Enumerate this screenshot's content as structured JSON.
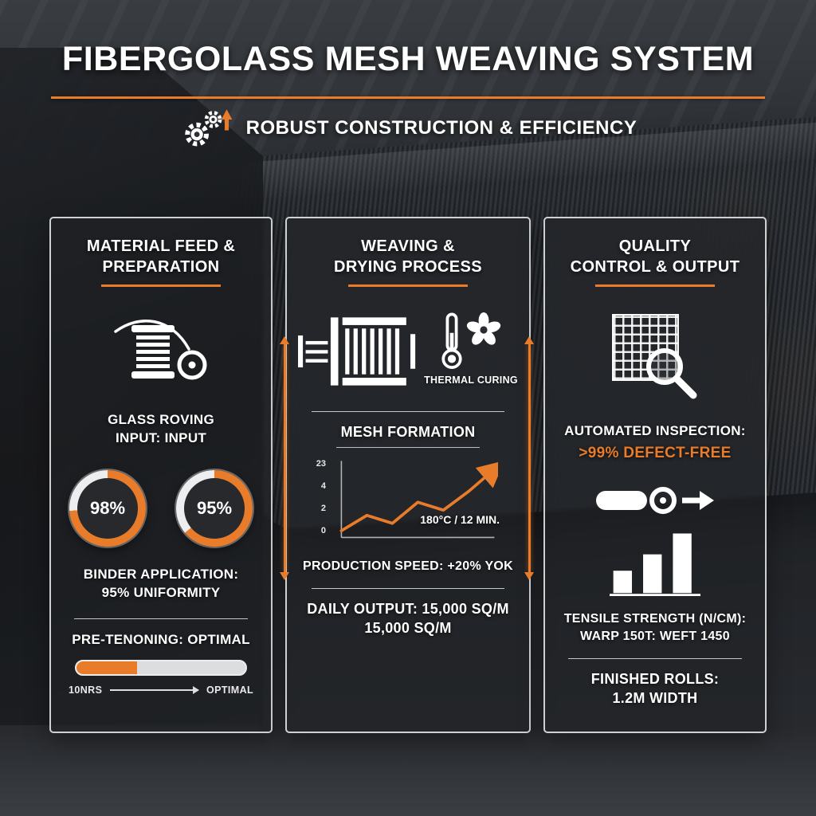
{
  "colors": {
    "accent": "#e87c2a",
    "panel_border": "#f0f0f0",
    "text": "#ffffff",
    "panel_bg_inner": "#27292d"
  },
  "header": {
    "title": "FIBERGOLASS MESH WEAVING SYSTEM",
    "subtitle": "ROBUST CONSTRUCTION & EFFICIENCY"
  },
  "panel1": {
    "title_line1": "MATERIAL FEED &",
    "title_line2": "PREPARATION",
    "input_label1": "GLASS ROVING",
    "input_label2": "INPUT: INPUT",
    "rings": [
      {
        "label": "98%",
        "value": 98,
        "sweep": 74
      },
      {
        "label": "95%",
        "value": 95,
        "sweep": 64
      }
    ],
    "binder_label1": "BINDER APPLICATION:",
    "binder_label2": "95% UNIFORMITY",
    "pretension_label": "PRE-TENONING: OPTIMAL",
    "progress": {
      "fill_percent": 36,
      "start_label": "10NRS",
      "end_label": "OPTIMAL"
    }
  },
  "panel2": {
    "title_line1": "WEAVING &",
    "title_line2": "DRYING PROCESS",
    "thermal_label": "THERMAL CURING",
    "mesh_heading": "MESH FORMATION",
    "speed_label": "PRODUCTION SPEED: +20% YOK",
    "output_label1": "DAILY OUTPUT: 15,000 SQ/M",
    "output_label2": "15,000 SQ/M"
  },
  "panel3": {
    "title_line1": "QUALITY",
    "title_line2": "CONTROL & OUTPUT",
    "inspection_label": "AUTOMATED INSPECTION:",
    "defect_label": ">99% DEFECT-FREE",
    "tensile_label1": "TENSILE STRENGTH (N/CM):",
    "tensile_label2": "WARP 150T: WEFT 1450",
    "rolls_label1": "FINISHED ROLLS:",
    "rolls_label2": "1.2M WIDTH"
  },
  "chart_data": {
    "type": "line",
    "title": "MESH FORMATION",
    "x": [
      0,
      1,
      2,
      3,
      4,
      5,
      6
    ],
    "values": [
      1.5,
      5,
      3.2,
      8,
      6.2,
      10.5,
      15.5
    ],
    "ylim": [
      0,
      17
    ],
    "ytick_labels": [
      "23",
      "4",
      "2",
      "0"
    ],
    "annotation": "180°C / 12 MIN.",
    "line_color": "#e87c2a",
    "grid": false,
    "legend": false
  },
  "icons": {
    "header": "gears-with-up-arrow",
    "panel1": "thread-spool",
    "panel2": [
      "weaving-loom",
      "thermometer",
      "fan"
    ],
    "panel3": [
      "mesh-magnifier",
      "finished-roll-with-arrow",
      "ascending-bar-chart"
    ]
  }
}
